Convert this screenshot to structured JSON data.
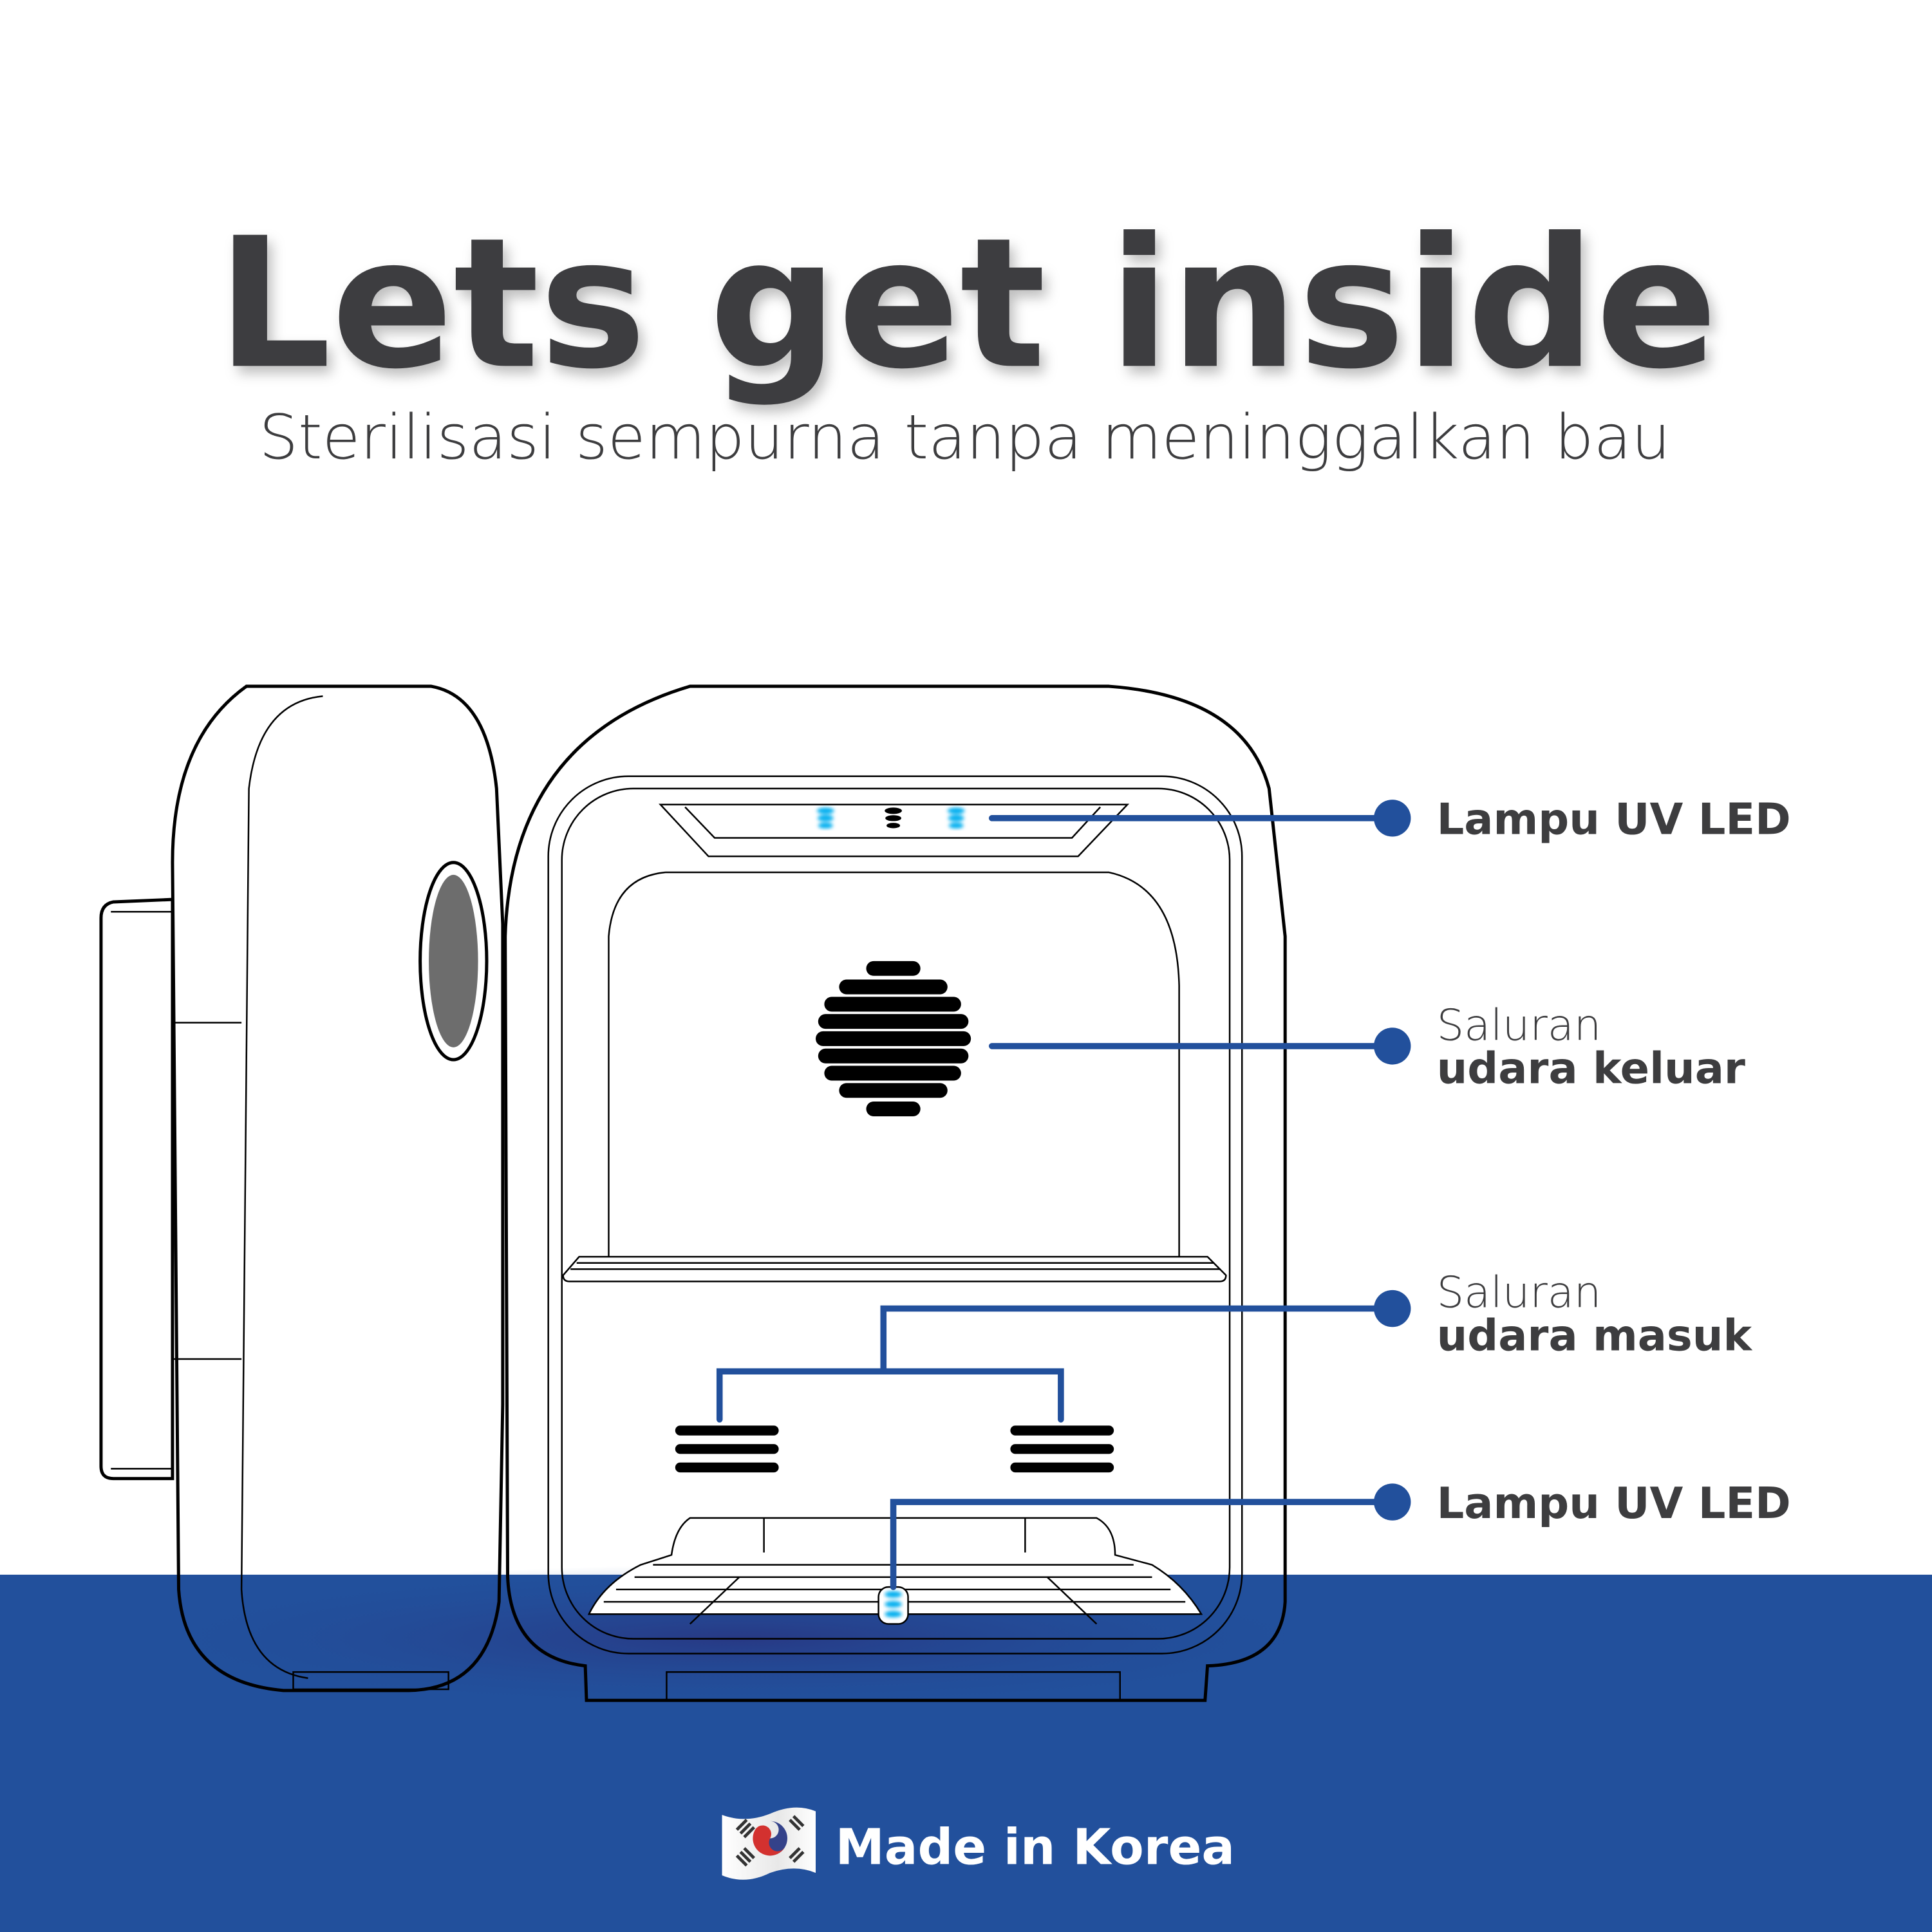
{
  "header": {
    "title": "Lets get inside",
    "subtitle": "Sterilisasi sempurna tanpa meninggalkan bau"
  },
  "callouts": [
    {
      "line1": "Lampu UV LED",
      "line2": ""
    },
    {
      "line1": "Saluran",
      "line2": "udara keluar"
    },
    {
      "line1": "Saluran",
      "line2": "udara masuk"
    },
    {
      "line1": "Lampu UV LED",
      "line2": ""
    }
  ],
  "footer": {
    "text": "Made in Korea",
    "flag_icon": "south-korea-flag-icon"
  },
  "colors": {
    "accent": "#22509c",
    "body": "#f8cdd0",
    "text": "#3d3d3f",
    "led": "#00aeef"
  }
}
